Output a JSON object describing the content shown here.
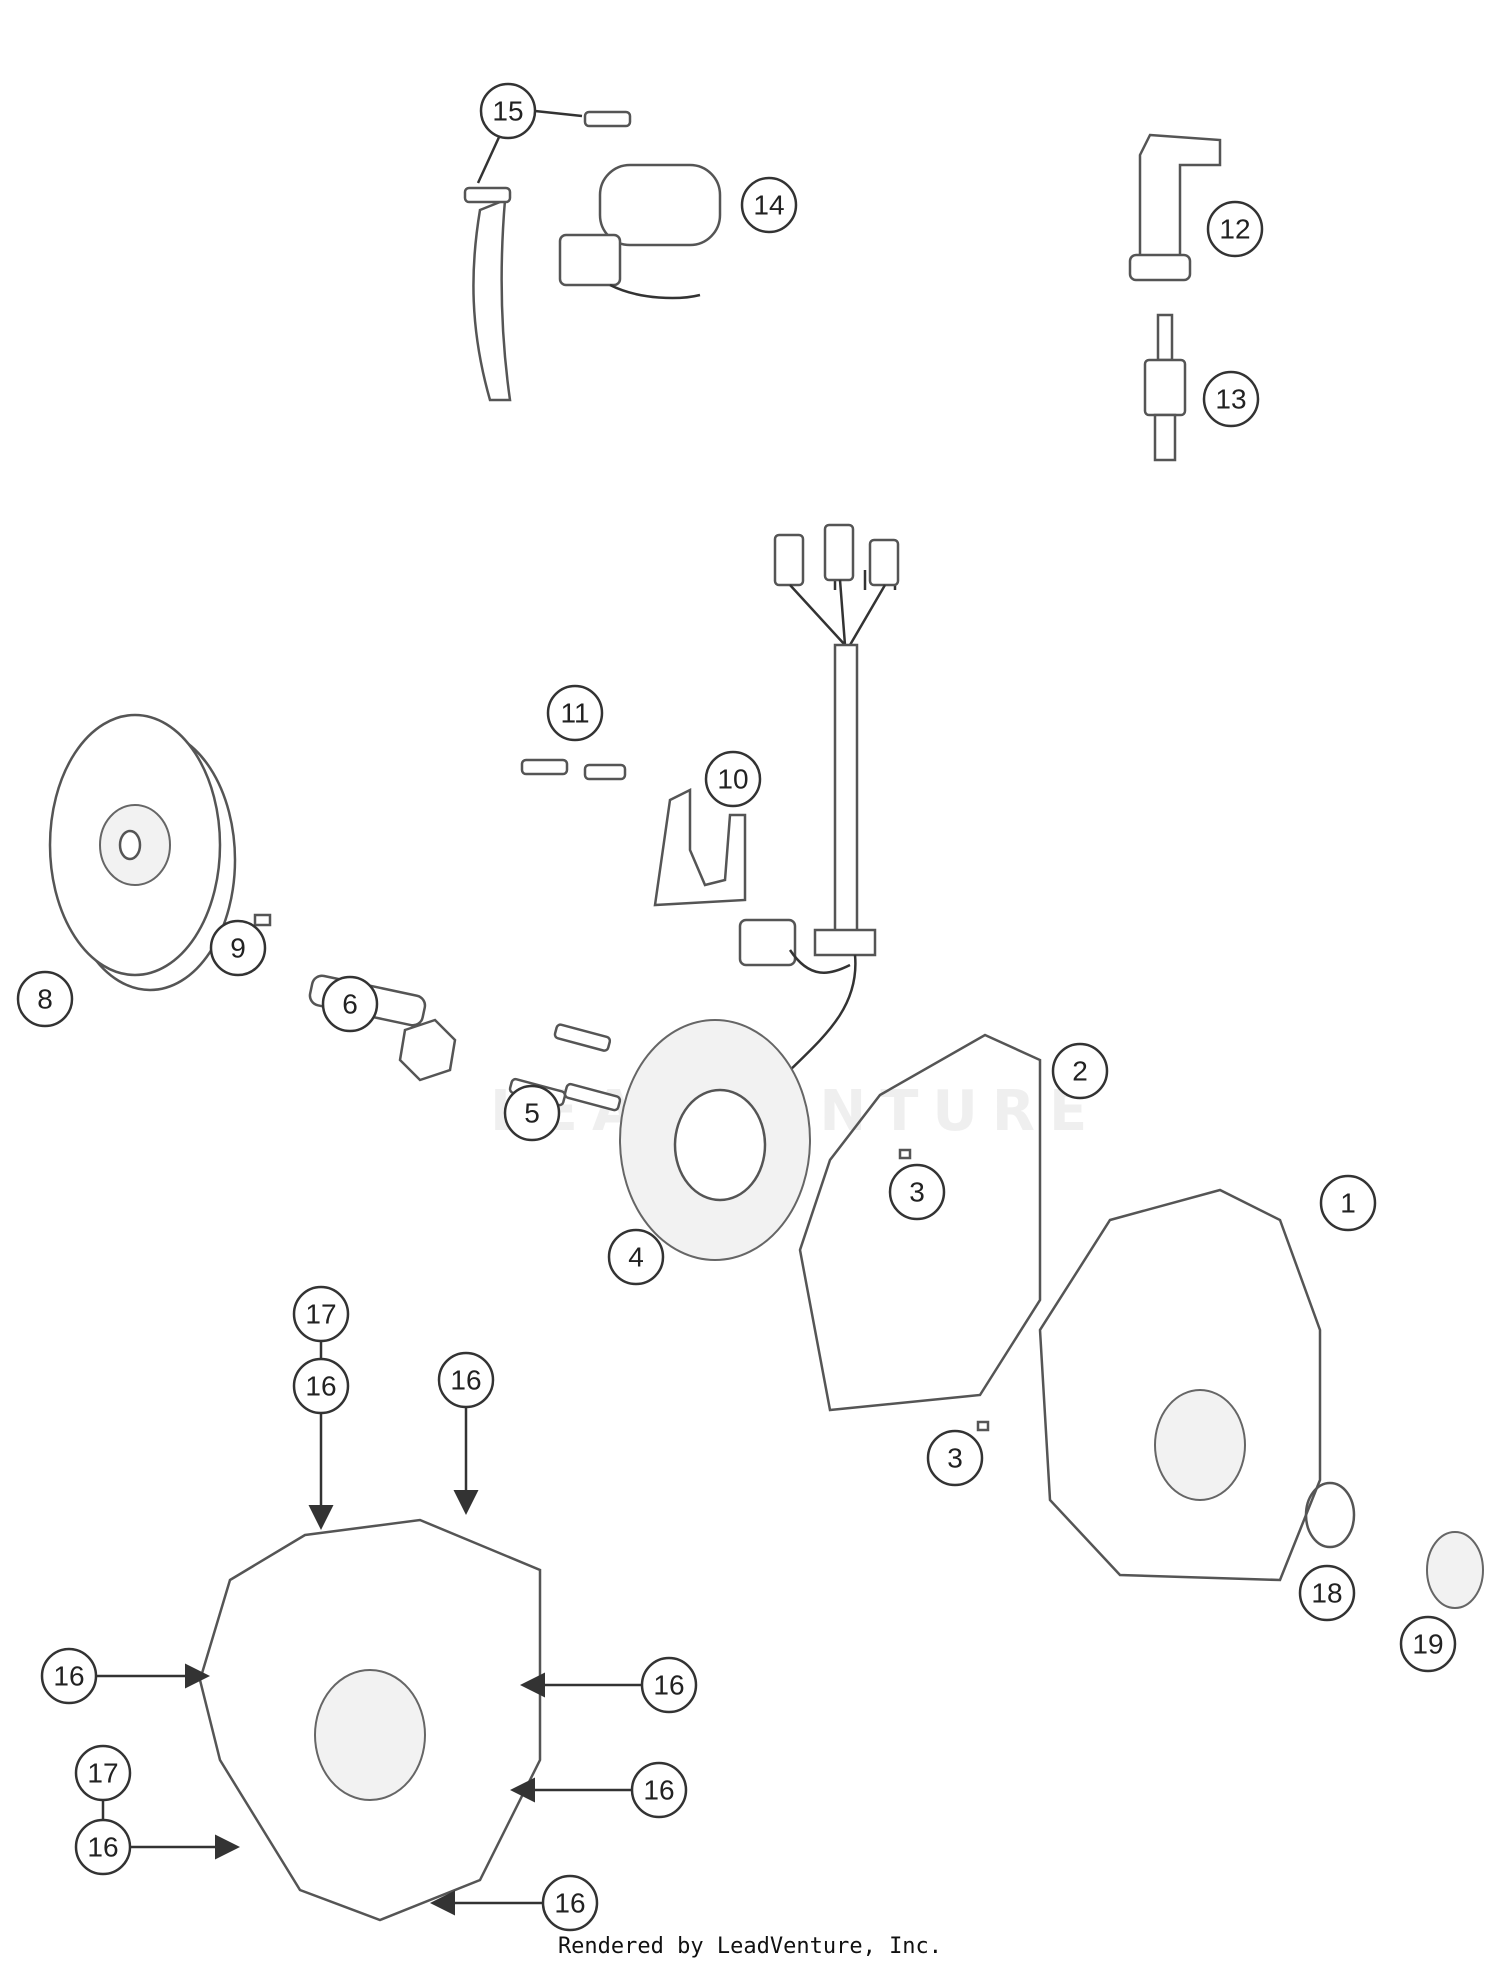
{
  "diagram": {
    "callouts": [
      "15",
      "14",
      "12",
      "13",
      "11",
      "10",
      "8",
      "9",
      "6",
      "5",
      "4",
      "2",
      "3",
      "1",
      "3",
      "18",
      "19",
      "17",
      "16",
      "16",
      "16",
      "16",
      "16",
      "17",
      "16",
      "16"
    ],
    "watermark": "LEADVENTURE"
  },
  "footer": {
    "text": "Rendered by LeadVenture, Inc."
  }
}
